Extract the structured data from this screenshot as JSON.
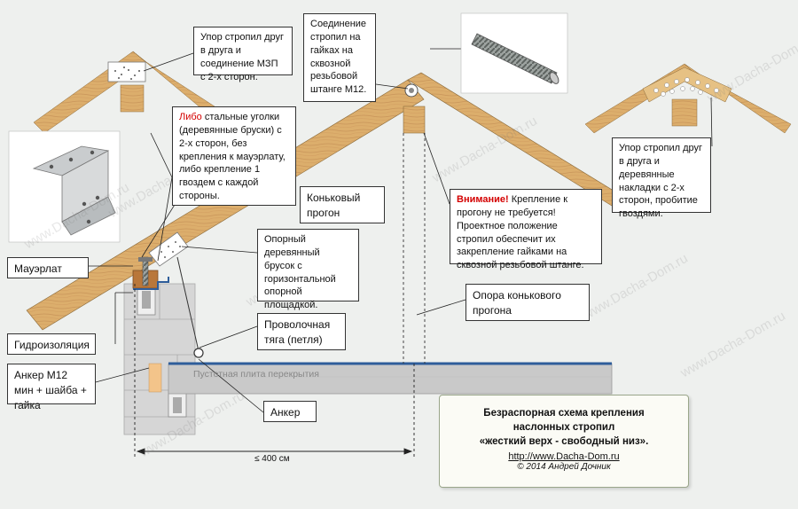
{
  "callouts": {
    "rafter_stop_mzp": "Упор стропил друг в друга и соединение МЗП с 2-х сторон.",
    "nut_joint": "Соединение стропил на гайках на сквозной резьбовой штанге М12.",
    "either_word": "Либо",
    "angles_text": " стальные уголки (деревянные бруски) с 2-х сторон, без крепления к мауэрлату, либо крепление 1 гвоздем с каждой стороны.",
    "ridge_purlin": "Коньковый прогон",
    "support_bar": "Опорный деревянный брусок с горизонтальной опорной площадкой.",
    "wire_tie": "Проволочная тяга (петля)",
    "mauerlat": "Мауэрлат",
    "waterproofing": "Гидроизоляция",
    "anchor_m12": "Анкер  М12 мин + шайба + гайка",
    "anchor": "Анкер",
    "attention_word": "Внимание!",
    "attention_text": " Крепление к прогону не требуется!  Проектное положение стропил обеспечит их закрепление гайками на сквозной резьбовой штанге.",
    "purlin_support": "Опора конькового прогона",
    "overlay_plates": "Упор стропил друг в друга и деревянные накладки с 2-х сторон,  пробитие гвоздями."
  },
  "slab_label": "Пустотная плита перекрытия",
  "dimension_label": "≤ 400 см",
  "title_block": {
    "line1": "Безраспорная схема крепления",
    "line2": "наслонных стропил",
    "line3": "«жесткий верх - свободный низ».",
    "url": "http://www.Dacha-Dom.ru",
    "copyright": "© 2014 Андрей Дочник"
  },
  "watermark": "www.Dacha-Dom.ru",
  "colors": {
    "wood": "#dcae6c",
    "wood_dark": "#c08a45",
    "brick": "#d5d5d5",
    "slab": "#c8c8c8",
    "slab_top": "#2e5d9a",
    "background": "#eef0ee"
  }
}
